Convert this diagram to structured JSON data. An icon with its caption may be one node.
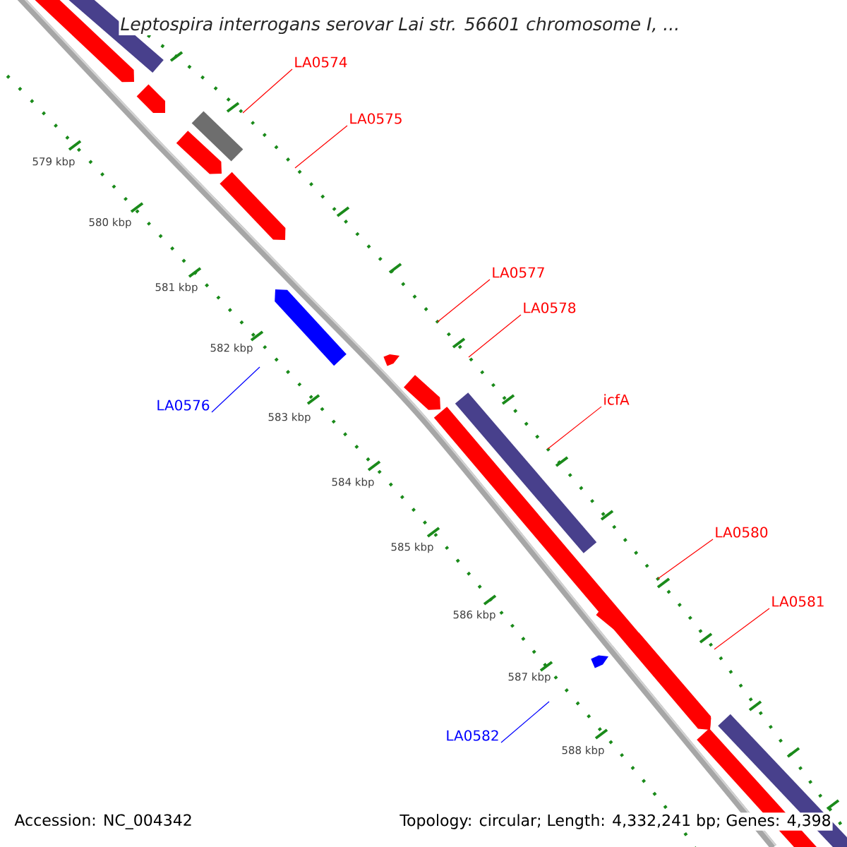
{
  "diagram": {
    "title": "Leptospira interrogans serovar Lai str. 56601 chromosome I, ...",
    "nodes": [
      {
        "text": [
          "LA0574"
        ]
      },
      {
        "text": [
          "LA0575"
        ]
      },
      {
        "text": [
          "LA0577"
        ]
      },
      {
        "text": [
          "LA0578"
        ]
      },
      {
        "text": [
          "icfA"
        ]
      },
      {
        "text": [
          "LA0576"
        ]
      },
      {
        "text": [
          "LA0580"
        ]
      },
      {
        "text": [
          "LA0581"
        ]
      },
      {
        "text": [
          "LA0582"
        ]
      }
    ],
    "edges": [
      {
        "from": 0,
        "to": null,
        "arrow": "none"
      },
      {
        "from": 1,
        "to": null,
        "arrow": "none"
      },
      {
        "from": 2,
        "to": null,
        "arrow": "none"
      },
      {
        "from": 3,
        "to": null,
        "arrow": "none"
      },
      {
        "from": 4,
        "to": null,
        "arrow": "none"
      },
      {
        "from": 5,
        "to": null,
        "arrow": "none",
        "color": "#0000ff"
      },
      {
        "from": 6,
        "to": null,
        "arrow": "none"
      },
      {
        "from": 7,
        "to": null,
        "arrow": "none"
      },
      {
        "from": 8,
        "to": null,
        "arrow": "none",
        "color": "#0000ff"
      }
    ],
    "labels": [
      "579 kbp",
      "580 kbp",
      "581 kbp",
      "582 kbp",
      "583 kbp",
      "584 kbp",
      "585 kbp",
      "586 kbp",
      "587 kbp",
      "588 kbp",
      "Accession: NC_004342",
      "Topology: circular; Length: 4,332,241 bp; Genes: 4,398"
    ]
  }
}
